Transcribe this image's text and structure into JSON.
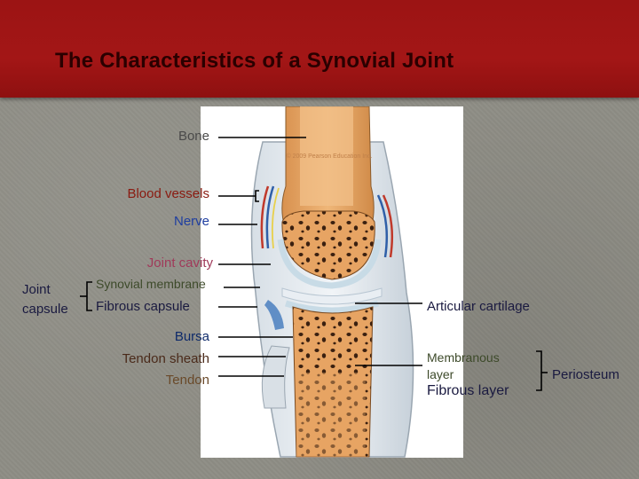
{
  "title": "The Characteristics of a Synovial Joint",
  "watermark": "© 2009 Pearson Education Inc.",
  "colors": {
    "title_band": "#a31616",
    "title_text": "#2a0000",
    "background": "#8e8d85",
    "bone": "#e7a463",
    "bone_dark": "#3a2010",
    "cartilage": "#c8dbe6"
  },
  "labels": {
    "bone": "Bone",
    "blood_vessels": "Blood vessels",
    "nerve": "Nerve",
    "joint_cavity": "Joint cavity",
    "synovial_membrane": "Synovial membrane",
    "fibrous_capsule": "Fibrous capsule",
    "joint_capsule_line1": "Joint",
    "joint_capsule_line2": "capsule",
    "bursa": "Bursa",
    "tendon_sheath": "Tendon sheath",
    "tendon": "Tendon",
    "articular_cartilage": "Articular cartilage",
    "membranous_layer_line1": "Membranous",
    "membranous_layer_line2": "layer",
    "fibrous_layer": "Fibrous layer",
    "periosteum": "Periosteum"
  }
}
